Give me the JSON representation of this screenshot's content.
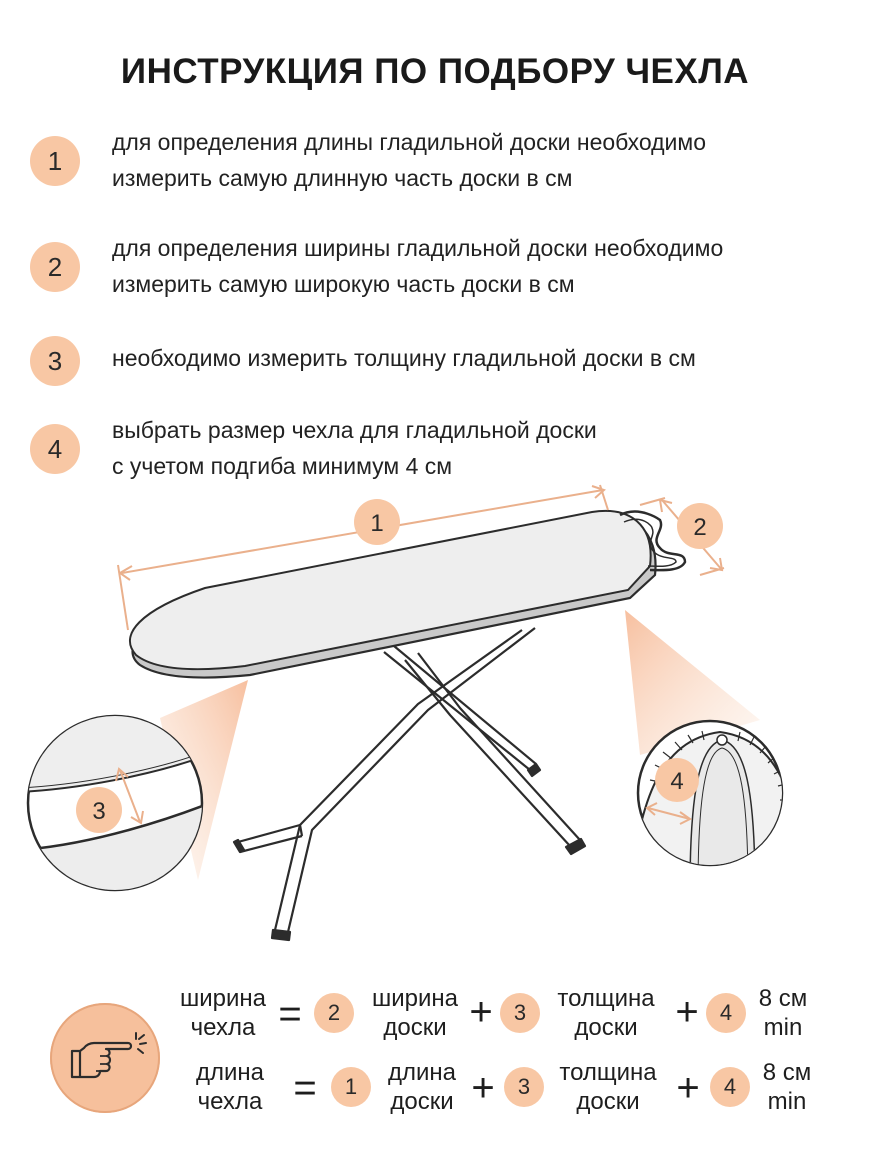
{
  "title": "ИНСТРУКЦИЯ ПО ПОДБОРУ ЧЕХЛА",
  "steps": [
    {
      "num": "1",
      "line1": "для определения длины гладильной доски необходимо",
      "line2": "измерить самую длинную часть доски в см"
    },
    {
      "num": "2",
      "line1": "для определения ширины гладильной доски необходимо",
      "line2": "измерить самую широкую часть доски в см"
    },
    {
      "num": "3",
      "line1": "необходимо измерить толщину гладильной доски в см",
      "line2": ""
    },
    {
      "num": "4",
      "line1": "выбрать размер чехла для гладильной доски",
      "line2": "с учетом подгиба минимум 4 см"
    }
  ],
  "illustration": {
    "label_length": "1",
    "label_width": "2",
    "label_thickness": "3",
    "label_margin": "4"
  },
  "formulas": {
    "width": {
      "result_line1": "ширина",
      "result_line2": "чехла",
      "eq": "=",
      "b1": "2",
      "t1_line1": "ширина",
      "t1_line2": "доски",
      "plus1": "+",
      "b2": "3",
      "t2_line1": "толщина",
      "t2_line2": "доски",
      "plus2": "+",
      "b3": "4",
      "t3_line1": "8 см",
      "t3_line2": "min"
    },
    "length": {
      "result_line1": "длина",
      "result_line2": "чехла",
      "eq": "=",
      "b1": "1",
      "t1_line1": "длина",
      "t1_line2": "доски",
      "plus1": "+",
      "b2": "3",
      "t2_line1": "толщина",
      "t2_line2": "доски",
      "plus2": "+",
      "b3": "4",
      "t3_line1": "8 см",
      "t3_line2": "min"
    }
  },
  "hand_icon": "pointing-hand-icon",
  "colors": {
    "accent": "#f8c7a4",
    "accent_dark": "#e9a37a",
    "text": "#1e1e1e",
    "board": "#f2f2f2"
  }
}
